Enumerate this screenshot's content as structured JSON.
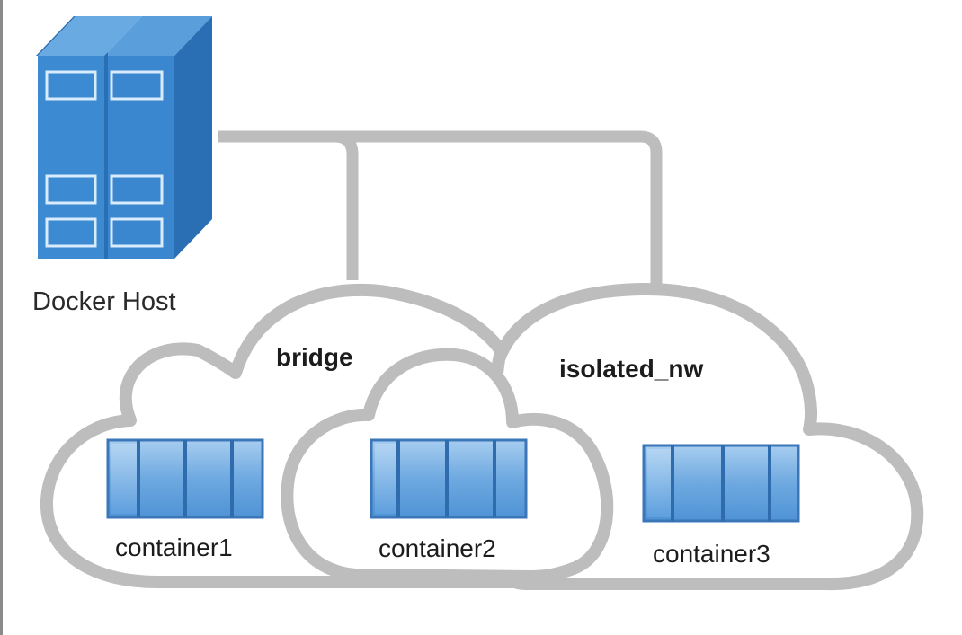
{
  "diagram": {
    "host": {
      "label": "Docker Host",
      "icon": "server-rack-icon"
    },
    "networks": [
      {
        "id": "bridge",
        "label": "bridge"
      },
      {
        "id": "isolated",
        "label": "isolated_nw"
      }
    ],
    "containers": [
      {
        "label": "container1",
        "networks": [
          "bridge"
        ]
      },
      {
        "label": "container2",
        "networks": [
          "bridge",
          "isolated_nw"
        ]
      },
      {
        "label": "container3",
        "networks": [
          "isolated_nw"
        ]
      }
    ],
    "colors": {
      "server_front": "#3a86cf",
      "server_top": "#5a9fdc",
      "server_side": "#2a6fb4",
      "line": "#bdbdbd",
      "container_fill": "#7db4e6",
      "container_dark": "#3a76b8"
    }
  }
}
